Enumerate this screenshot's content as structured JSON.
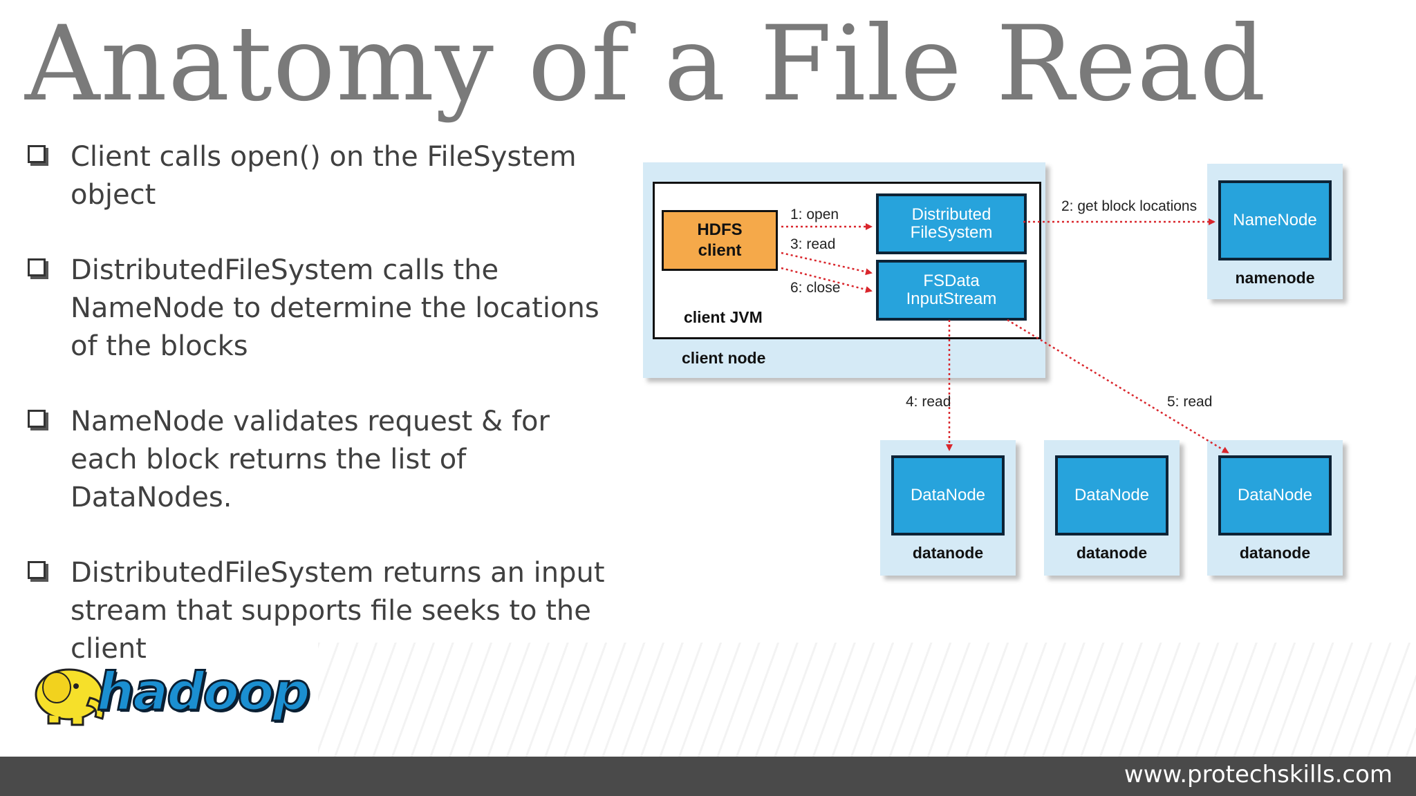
{
  "title": "Anatomy of a File Read",
  "bullets": [
    "Client calls open() on the FileSystem object",
    "DistributedFileSystem calls the NameNode to determine the locations of the blocks",
    "NameNode validates request & for each block returns the list of DataNodes.",
    "DistributedFileSystem returns an input stream that supports file seeks to the client"
  ],
  "diagram": {
    "hdfs_client": "HDFS client",
    "hdfs_client_line1": "HDFS",
    "hdfs_client_line2": "client",
    "distributed_fs_line1": "Distributed",
    "distributed_fs_line2": "FileSystem",
    "fsdata_line1": "FSData",
    "fsdata_line2": "InputStream",
    "client_jvm": "client JVM",
    "client_node": "client node",
    "namenode_box": "NameNode",
    "namenode_label": "namenode",
    "datanode_box": "DataNode",
    "datanode_label": "datanode",
    "edges": {
      "open": "1: open",
      "get_block": "2: get block locations",
      "read3": "3: read",
      "read4": "4: read",
      "read5": "5: read",
      "close": "6: close"
    },
    "arrow_color": "#d9262c"
  },
  "logo_text": "hadoop",
  "footer_url": "www.protechskills.com"
}
